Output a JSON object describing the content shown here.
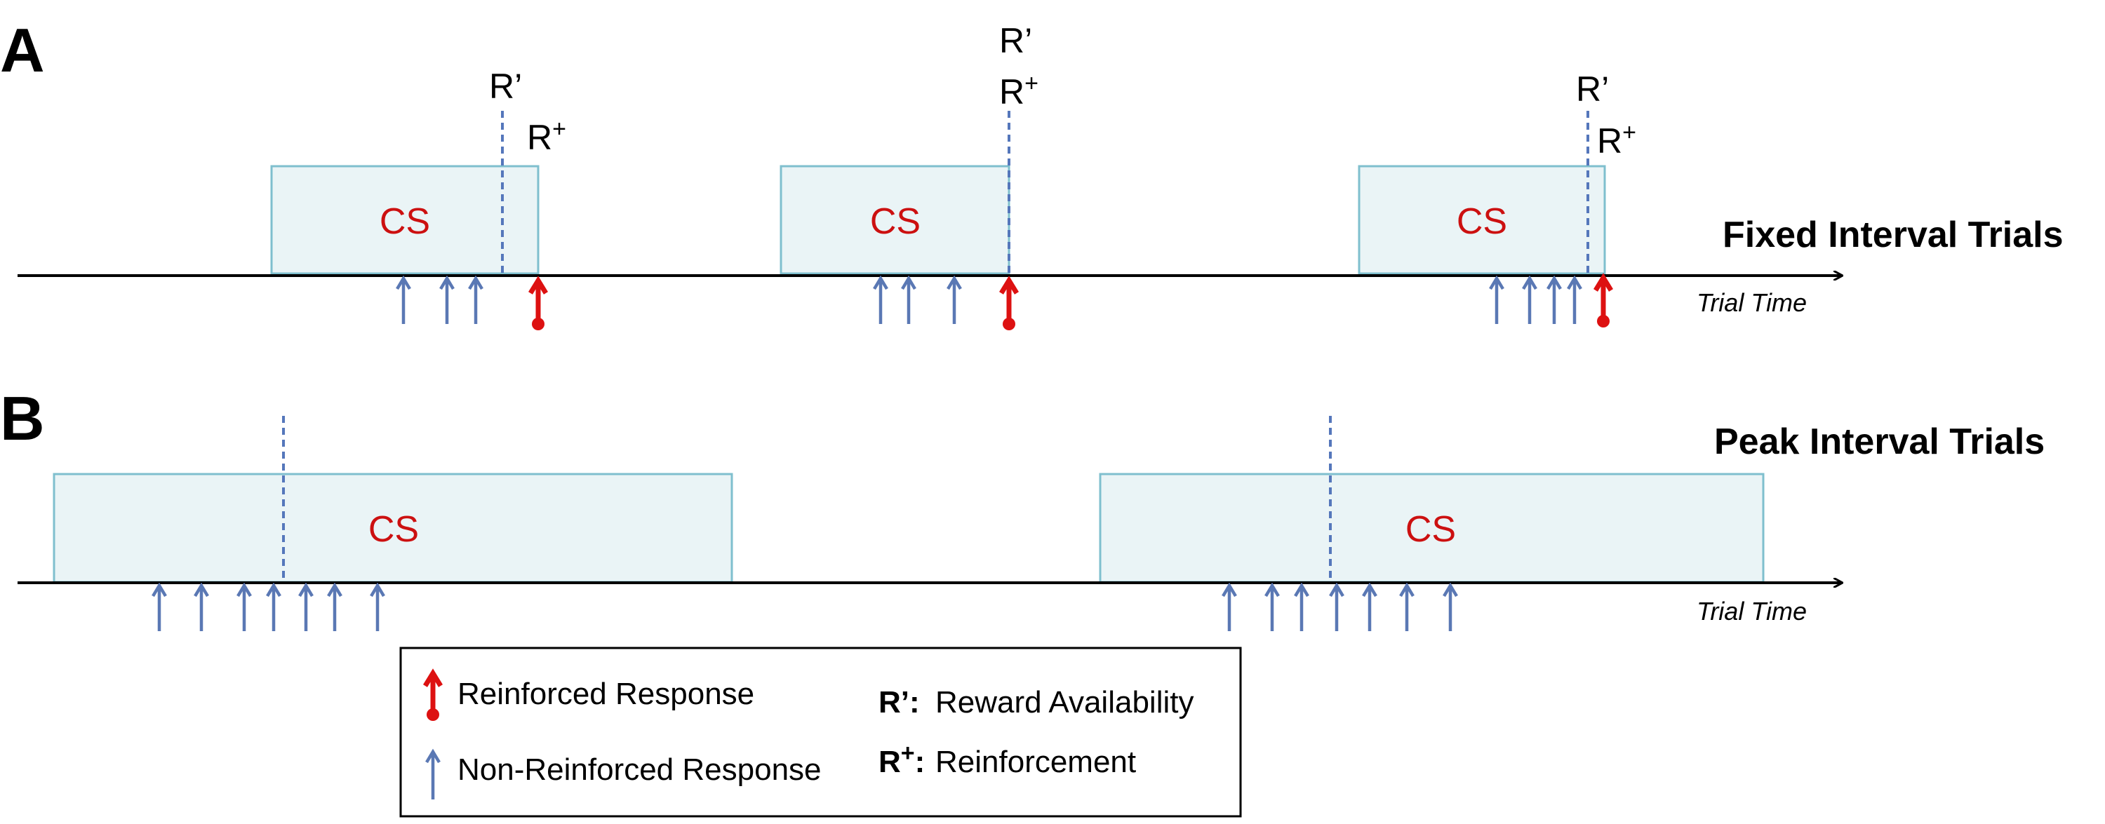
{
  "panels": [
    {
      "letter": "A",
      "title": "Fixed Interval Trials",
      "axis_label": "Trial Time",
      "cs_label": "CS",
      "trials": [
        {
          "r_prime": "R’",
          "r_plus": "R",
          "r_plus_sup": "+"
        },
        {
          "r_prime": "R’",
          "r_plus": "R",
          "r_plus_sup": "+"
        },
        {
          "r_prime": "R’",
          "r_plus": "R",
          "r_plus_sup": "+"
        }
      ]
    },
    {
      "letter": "B",
      "title": "Peak Interval Trials",
      "axis_label": "Trial Time",
      "cs_label": "CS",
      "trials": [
        {},
        {}
      ]
    }
  ],
  "legend": {
    "reinforced": "Reinforced Response",
    "non_reinforced": "Non-Reinforced Response",
    "r_prime_key": "R’:",
    "r_prime_desc": "Reward Availability",
    "r_plus_key": "R",
    "r_plus_key_sup": "+",
    "r_plus_key_colon": ":",
    "r_plus_desc": "Reinforcement"
  },
  "colors": {
    "cs_text": "#cc1010",
    "reinforced_arrow": "#dd1111",
    "non_reinforced_arrow": "#5a78b4",
    "cs_box_fill": "#eaf4f6",
    "cs_box_stroke": "#7fbfce"
  }
}
